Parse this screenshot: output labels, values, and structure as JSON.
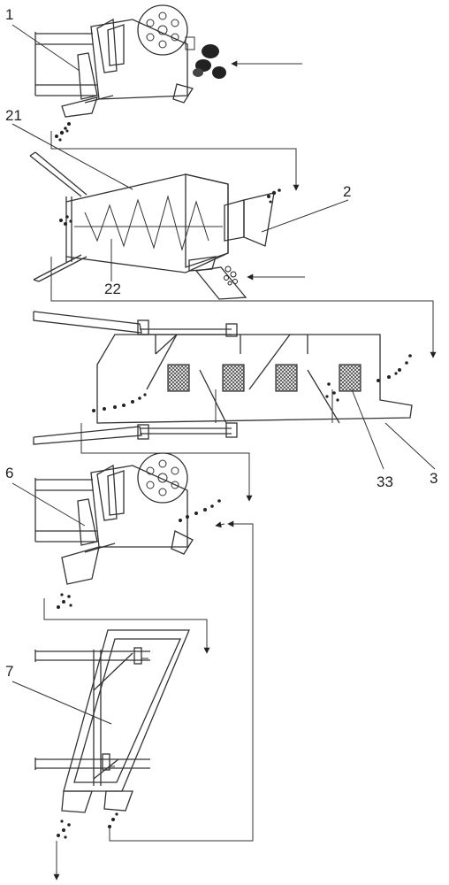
{
  "labels": {
    "l1": "1",
    "l21": "21",
    "l2": "2",
    "l22": "22",
    "l33": "33",
    "l3": "3",
    "l6": "6",
    "l7": "7"
  },
  "colors": {
    "line": "#333333",
    "screen_mesh": "#444444",
    "particle": "#222222"
  }
}
